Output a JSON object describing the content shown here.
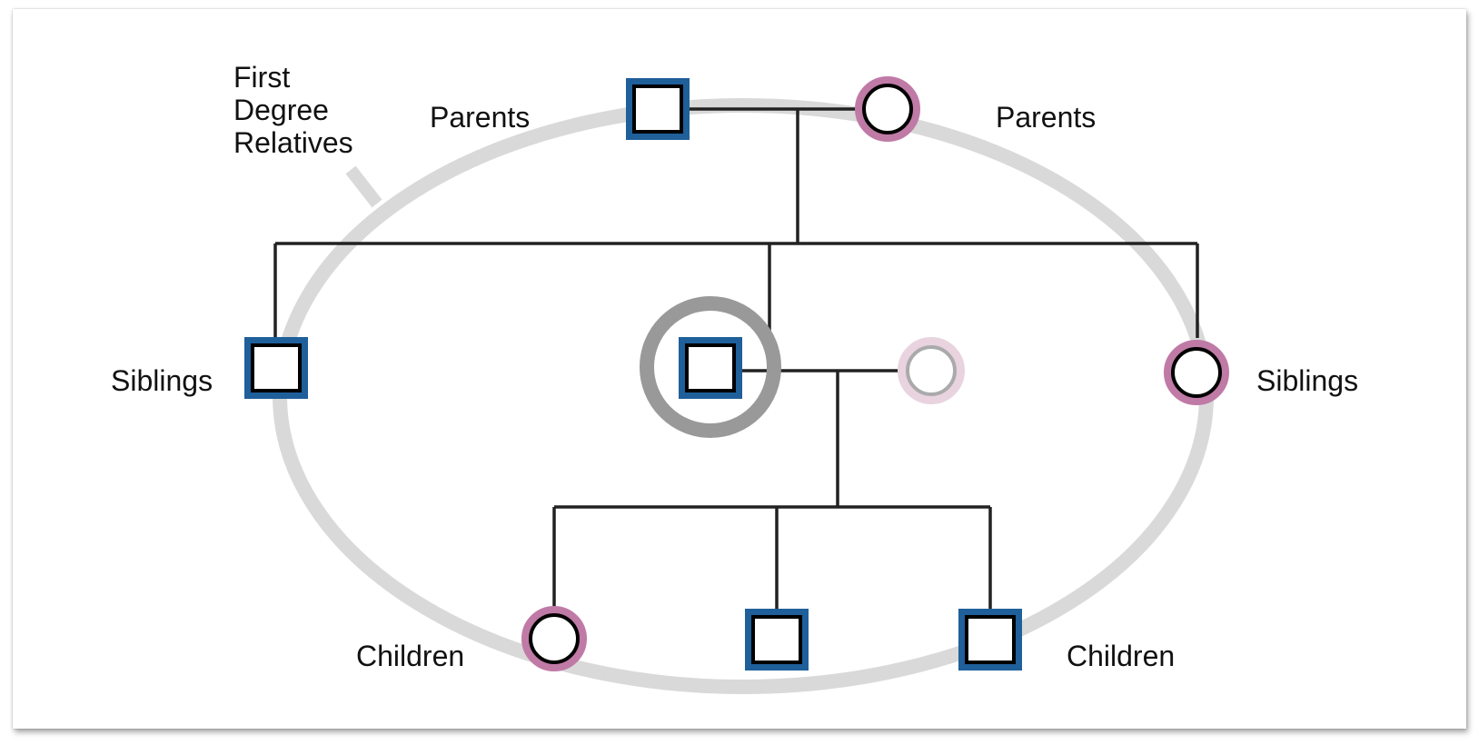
{
  "labels": {
    "first_degree_line1": "First",
    "first_degree_line2": "Degree",
    "first_degree_line3": "Relatives",
    "parents_left": "Parents",
    "parents_right": "Parents",
    "siblings_left": "Siblings",
    "siblings_right": "Siblings",
    "children_left": "Children",
    "children_right": "Children"
  },
  "colors": {
    "male_border": "#1f5f9a",
    "female_border": "#c07aa6",
    "proband_ring": "#999999",
    "relatives_ellipse": "#d9d9d9",
    "spouse_faded": "#e8d3df"
  }
}
